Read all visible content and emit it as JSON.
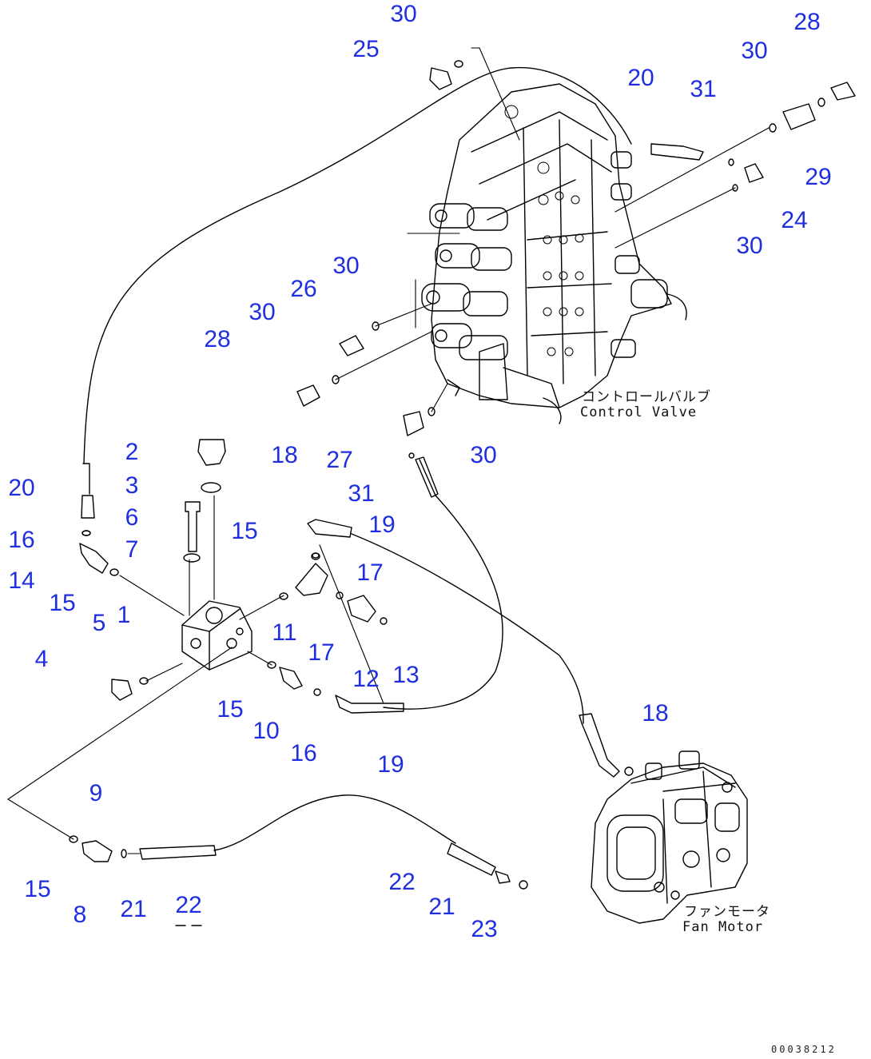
{
  "diagram": {
    "figure_id": "00038212",
    "components": {
      "control_valve": {
        "label_ja": "コントロールバルブ",
        "label_en": "Control Valve"
      },
      "fan_motor": {
        "label_ja": "ファンモータ",
        "label_en": "Fan Motor"
      }
    },
    "callouts": [
      "30",
      "25",
      "28",
      "30",
      "20",
      "31",
      "29",
      "24",
      "30",
      "30",
      "26",
      "30",
      "28",
      "27",
      "30",
      "31",
      "2",
      "3",
      "6",
      "7",
      "18",
      "19",
      "20",
      "16",
      "14",
      "15",
      "5",
      "1",
      "4",
      "15",
      "17",
      "11",
      "17",
      "12",
      "13",
      "15",
      "10",
      "16",
      "19",
      "18",
      "9",
      "15",
      "8",
      "21",
      "22",
      "22",
      "21",
      "23"
    ],
    "colors": {
      "callout": "#1f2fe0",
      "linework": "#000000"
    }
  }
}
